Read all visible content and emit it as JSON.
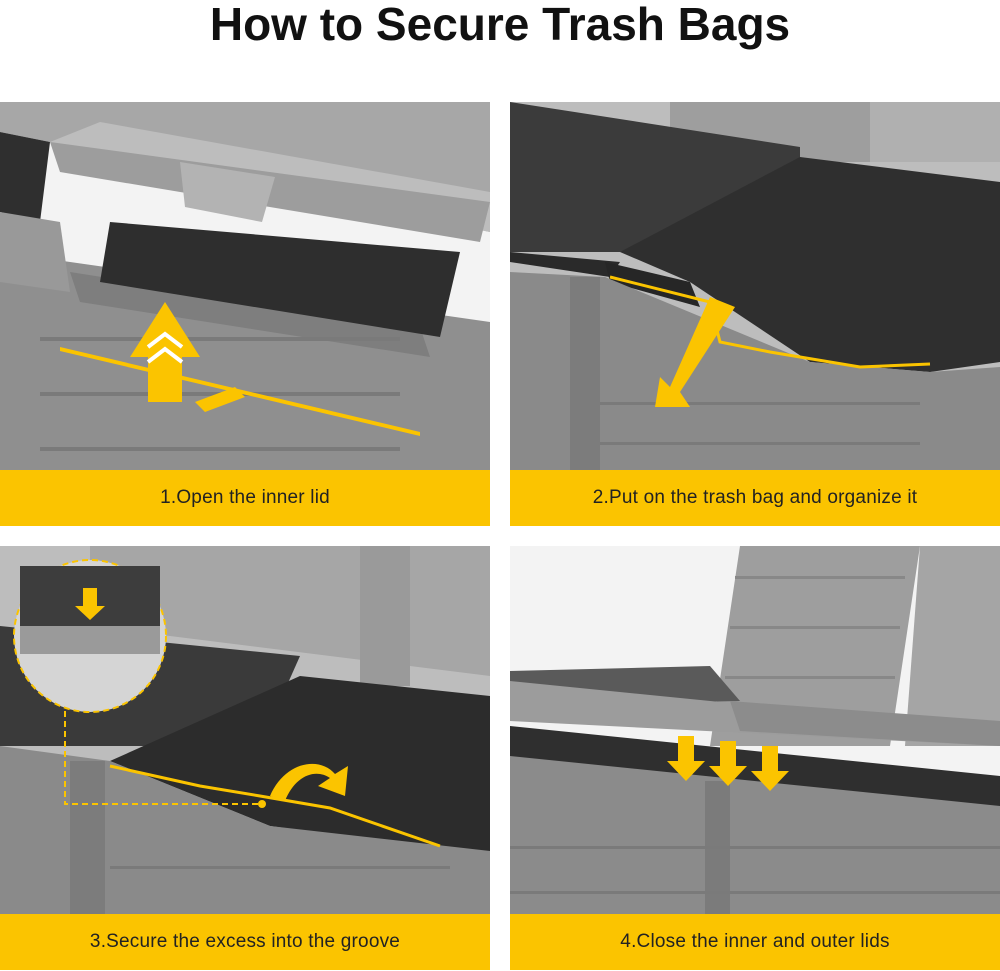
{
  "title": "How to Secure Trash Bags",
  "steps": [
    {
      "caption": "1.Open the inner lid"
    },
    {
      "caption": "2.Put on the trash bag and organize it"
    },
    {
      "caption": "3.Secure the excess into the groove"
    },
    {
      "caption": "4.Close the inner and outer lids"
    }
  ],
  "colors": {
    "accent": "#fbc400",
    "box_gray": "#8e8e8e",
    "bag_dark": "#3a3a3a"
  }
}
